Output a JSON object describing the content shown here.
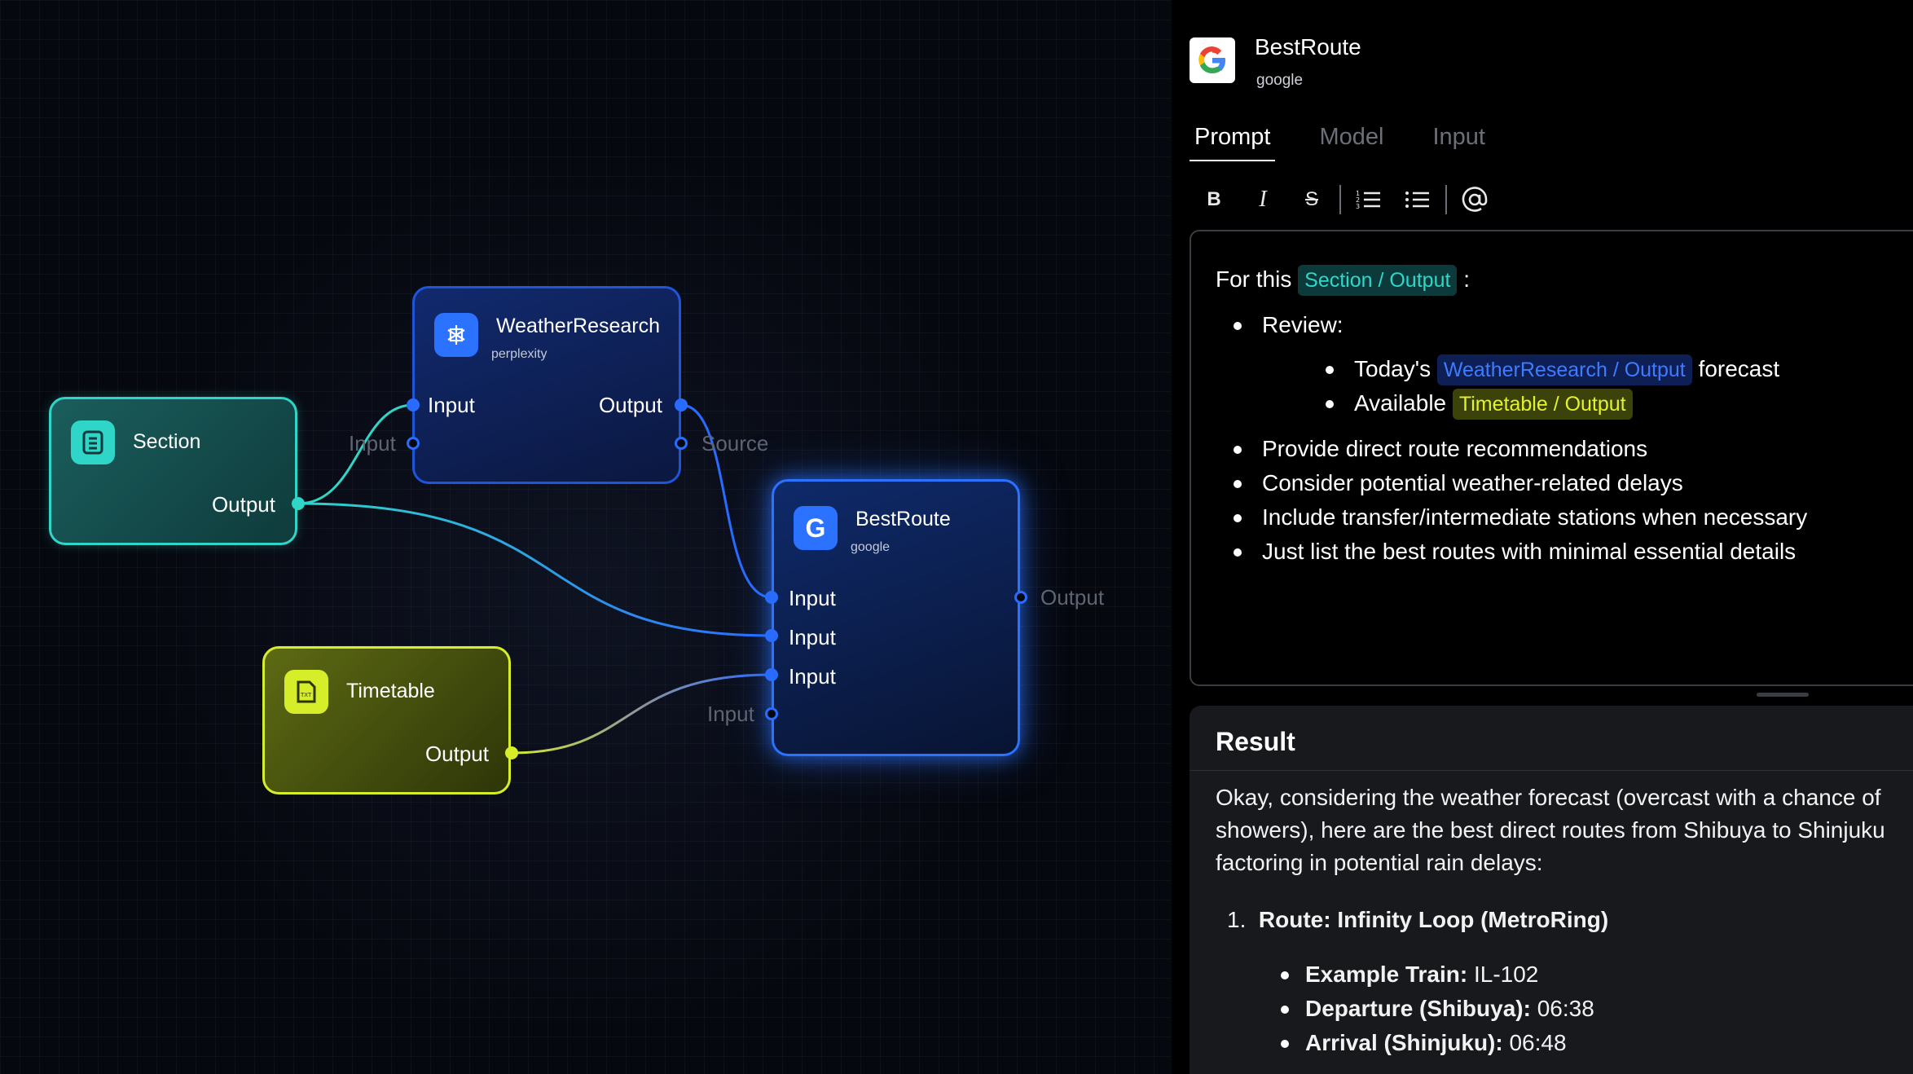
{
  "canvas": {
    "nodes": {
      "section": {
        "title": "Section",
        "output_label": "Output",
        "color": "#2fd6c8",
        "icon": "document-list-icon"
      },
      "weather": {
        "title": "WeatherResearch",
        "subtitle": "perplexity",
        "input_label": "Input",
        "output_label": "Output",
        "extra_input_label": "Input",
        "extra_output_label": "Source",
        "color": "#1f55d9",
        "icon": "perplexity-icon"
      },
      "timetable": {
        "title": "Timetable",
        "output_label": "Output",
        "color": "#d6ee2a",
        "icon": "file-icon"
      },
      "best": {
        "title": "BestRoute",
        "subtitle": "google",
        "inputs": [
          "Input",
          "Input",
          "Input"
        ],
        "extra_input_label": "Input",
        "output_label": "Output",
        "color": "#2a72ff",
        "icon": "google-icon"
      }
    }
  },
  "panel": {
    "title": "BestRoute",
    "subtitle": "google",
    "tabs": [
      "Prompt",
      "Model",
      "Input"
    ],
    "active_tab": "Prompt",
    "toolbar": {
      "bold": "B",
      "italic": "I",
      "strike": "S"
    },
    "prompt": {
      "intro": "For this",
      "intro_chip": "Section / Output",
      "intro_suffix": ":",
      "review_label": "Review:",
      "review_items": [
        {
          "prefix": "Today's",
          "chip": "WeatherResearch / Output",
          "suffix": "forecast"
        },
        {
          "prefix": "Available",
          "chip": "Timetable / Output",
          "suffix": ""
        }
      ],
      "bullets": [
        "Provide direct route recommendations",
        "Consider potential weather-related delays",
        "Include transfer/intermediate stations when necessary",
        "Just list the best routes with minimal essential details"
      ]
    },
    "result": {
      "heading": "Result",
      "intro": "Okay, considering the weather forecast (overcast with a chance of showers), here are the best direct routes from Shibuya to Shinjuku factoring in potential rain delays:",
      "route_number": "1.",
      "route_title": "Route: Infinity Loop (MetroRing)",
      "details": [
        {
          "label": "Example Train:",
          "value": " IL-102"
        },
        {
          "label": "Departure (Shibuya):",
          "value": " 06:38"
        },
        {
          "label": "Arrival (Shinjuku):",
          "value": " 06:48"
        }
      ]
    }
  }
}
